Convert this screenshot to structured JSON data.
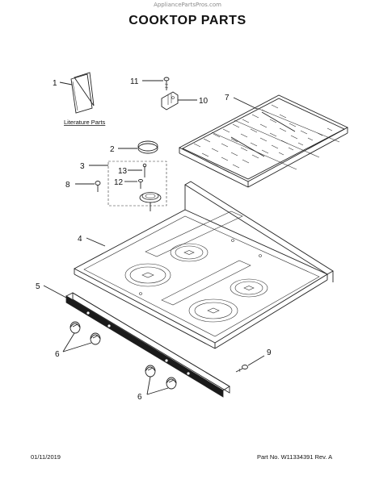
{
  "header": {
    "watermark": "AppliancePartsPros.com",
    "title": "COOKTOP PARTS"
  },
  "footer": {
    "date": "01/11/2019",
    "part_number": "Part No. W11334391  Rev. A"
  },
  "callouts": {
    "c1": "1",
    "c2": "2",
    "c3": "3",
    "c4": "4",
    "c5": "5",
    "c6a": "6",
    "c6b": "6",
    "c7": "7",
    "c8": "8",
    "c9": "9",
    "c10": "10",
    "c11": "11",
    "c12": "12",
    "c13": "13"
  },
  "labels": {
    "literature_parts": "Literature Parts"
  },
  "colors": {
    "line": "#222222",
    "background": "#ffffff"
  }
}
